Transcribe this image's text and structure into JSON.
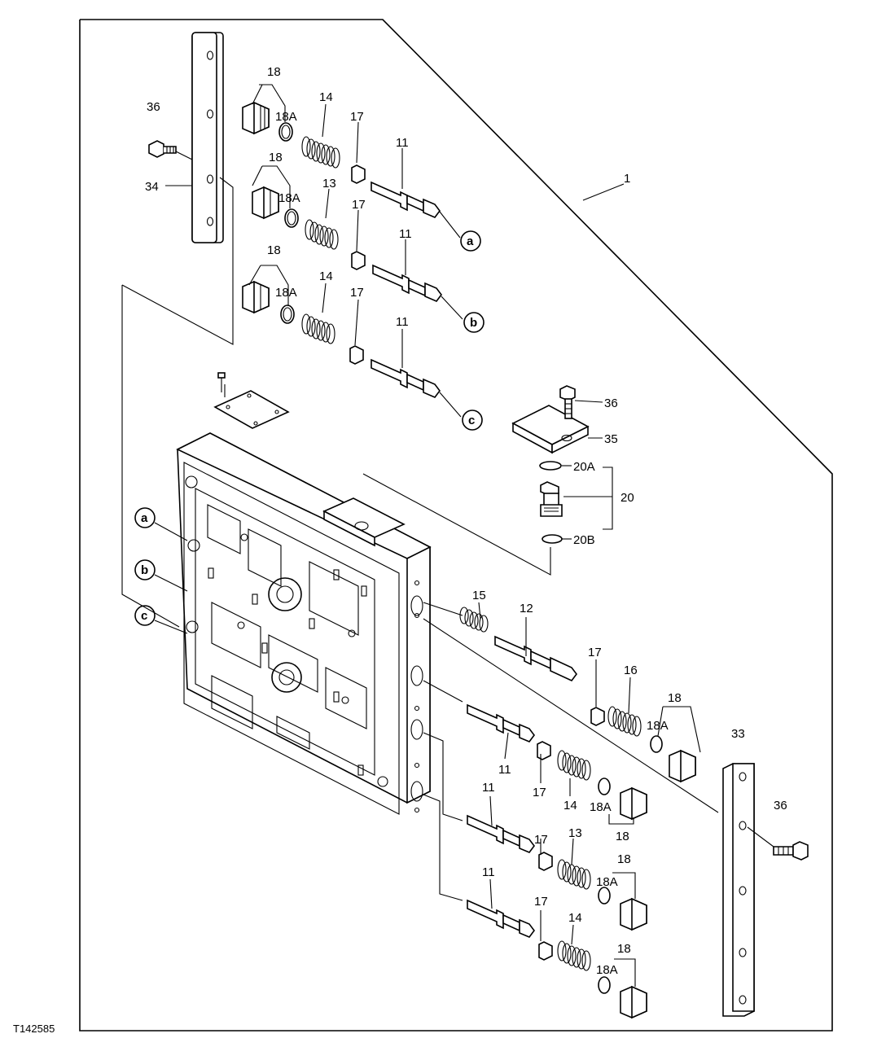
{
  "figure_id": "T142585",
  "labels": {
    "l1": "1",
    "l11a": "11",
    "l11b": "11",
    "l11c": "11",
    "l11d": "11",
    "l11e": "11",
    "l11f": "11",
    "l12": "12",
    "l13a": "13",
    "l13b": "13",
    "l14a": "14",
    "l14b": "14",
    "l14c": "14",
    "l14d": "14",
    "l15": "15",
    "l16": "16",
    "l17a": "17",
    "l17b": "17",
    "l17c": "17",
    "l17d": "17",
    "l17e": "17",
    "l17f": "17",
    "l17g": "17",
    "l18a": "18",
    "l18b": "18",
    "l18c": "18",
    "l18d": "18",
    "l18e": "18",
    "l18f": "18",
    "l18g": "18",
    "l18Aa": "18A",
    "l18Ab": "18A",
    "l18Ac": "18A",
    "l18Ad": "18A",
    "l18Ae": "18A",
    "l18Af": "18A",
    "l18Ag": "18A",
    "l20": "20",
    "l20A": "20A",
    "l20B": "20B",
    "l33": "33",
    "l34": "34",
    "l35": "35",
    "l36a": "36",
    "l36b": "36",
    "l36c": "36"
  },
  "callouts": {
    "a_top": "a",
    "b_top": "b",
    "c_top": "c",
    "a_left": "a",
    "b_left": "b",
    "c_left": "c"
  }
}
